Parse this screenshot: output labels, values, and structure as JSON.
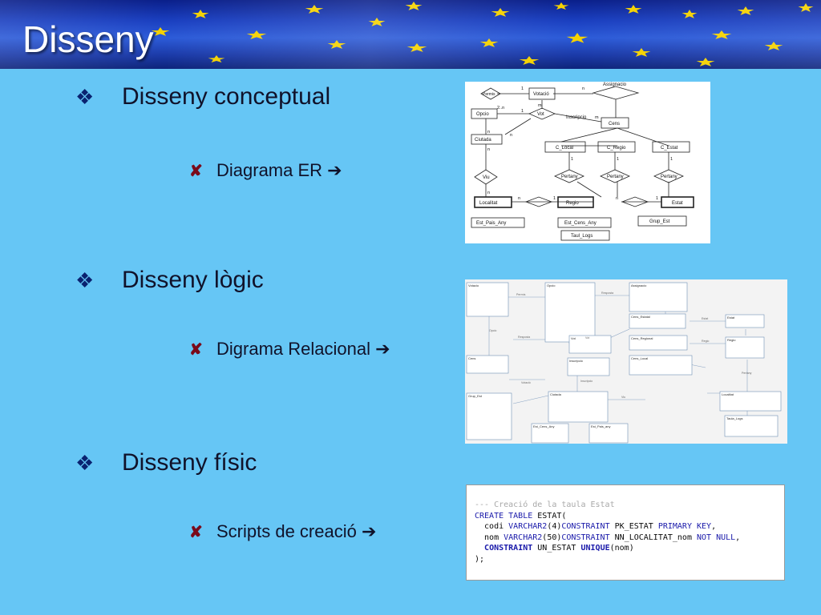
{
  "title": "Disseny",
  "sections": [
    {
      "heading": "Disseny conceptual",
      "sub": "Diagrama ER"
    },
    {
      "heading": "Disseny lògic",
      "sub": "Digrama Relacional"
    },
    {
      "heading": "Disseny físic",
      "sub": "Scripts de creació"
    }
  ],
  "er_diagram": {
    "entities": [
      "Permis",
      "Votació",
      "Opcio",
      "Vot",
      "Inscripcio",
      "Assignacio",
      "Cens",
      "Ciutada",
      "C_Local",
      "C_Regio",
      "C_Estat",
      "Viu",
      "Pertany",
      "Pertany",
      "Pertany",
      "Localitat",
      "Regio",
      "Estat",
      "Est_Pais_Any",
      "Est_Cens_Any",
      "Grup_Est",
      "Taul_Logs"
    ],
    "cardinalities": [
      "1",
      "n",
      "m",
      "2..n",
      "1",
      "n",
      "m",
      "n",
      "n",
      "1",
      "1",
      "1",
      "n",
      "n",
      "1",
      "n",
      "1"
    ]
  },
  "relational_diagram": {
    "tables": [
      "Votacio",
      "Opcio",
      "Vot",
      "Assignacio",
      "Cens",
      "Cens_Estatal",
      "Cens_Regional",
      "Cens_Local",
      "Inscripcio",
      "Ciutada",
      "Regio",
      "Estat",
      "Localitat",
      "Grup_Est",
      "Est_Cens_Any",
      "Est_Pais_any",
      "Taula_Logs"
    ],
    "links": [
      "Permís",
      "Opcio",
      "Resposta",
      "Vot",
      "Estat",
      "Regio",
      "Pertany",
      "Votació",
      "Viu",
      "Inscripcio",
      "Resposta"
    ]
  },
  "sql_script": {
    "comment": "--- Creació de la taula Estat",
    "l1_kw": "CREATE TABLE",
    "l1_rest": " ESTAT(",
    "l2_a": "  codi ",
    "l2_kw": "VARCHAR2",
    "l2_b": "(4)",
    "l2_kw2": "CONSTRAINT",
    "l2_c": " PK_ESTAT ",
    "l2_kw3": "PRIMARY KEY",
    "l2_d": ",",
    "l3_a": "  nom ",
    "l3_kw": "VARCHAR2",
    "l3_b": "(50)",
    "l3_kw2": "CONSTRAINT",
    "l3_c": " NN_LOCALITAT_nom ",
    "l3_kw3": "NOT NULL",
    "l3_d": ",",
    "l4_a": "  ",
    "l4_kw": "CONSTRAINT",
    "l4_b": " UN_ESTAT ",
    "l4_kw2": "UNIQUE",
    "l4_c": "(nom)",
    "l5": ");"
  },
  "colors": {
    "background": "#66c6f5",
    "header": "#1a3fc0",
    "stars": "#f5d200"
  },
  "icons": {
    "section_bullet": "four-diamond-icon",
    "sub_bullet": "x-mark-icon",
    "arrow": "arrow-right-icon"
  }
}
